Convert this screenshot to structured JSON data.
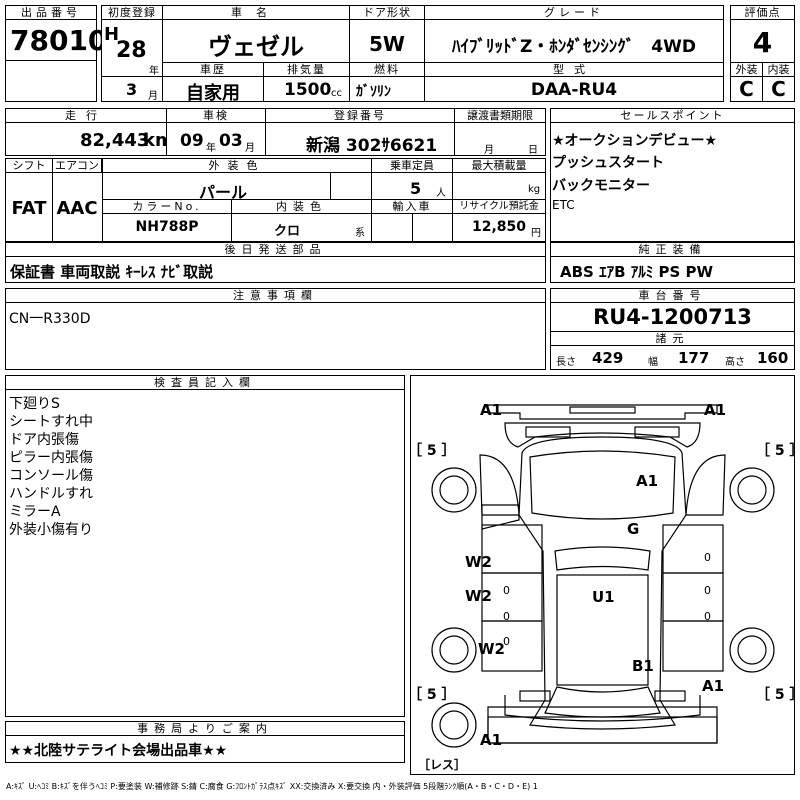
{
  "header": {
    "lot_label": "出品番号",
    "lot": "78010",
    "first_reg_label": "初度登録",
    "era": "H",
    "year": "28",
    "year_unit": "年",
    "month": "3",
    "month_unit": "月",
    "car_name_label": "車名",
    "car_name": "ヴェゼル",
    "doors_label": "ドア形状",
    "doors": "5W",
    "grade_label": "グレード",
    "grade": "ﾊｲﾌﾞﾘｯﾄﾞZ・ﾎﾝﾀﾞｾﾝｼﾝｸﾞ　4WD",
    "score_label": "評価点",
    "score": "4",
    "exterior_label": "外装",
    "exterior": "C",
    "interior_label": "内装",
    "interior": "C",
    "history_label": "車歴",
    "history": "自家用",
    "displacement_label": "排気量",
    "displacement": "1500",
    "displacement_unit": "cc",
    "fuel_label": "燃料",
    "fuel": "ｶﾞｿﾘﾝ",
    "model_label": "型式",
    "model": "DAA-RU4"
  },
  "row2": {
    "mileage_label": "走行",
    "mileage": "82,443",
    "mileage_unit": "km",
    "inspection_label": "車検",
    "inspection_year": "09",
    "inspection_year_unit": "年",
    "inspection_month": "03",
    "inspection_month_unit": "月",
    "plate_label": "登録番号",
    "plate": "新潟 302ｻ6621",
    "transfer_label": "譲渡書類期限",
    "transfer_month_unit": "月",
    "transfer_day_unit": "日",
    "shift_label": "シフト",
    "shift": "FAT",
    "ac_label": "エアコン",
    "ac": "AAC",
    "ext_color_label": "外装色",
    "ext_color": "パール",
    "capacity_label": "乗車定員",
    "capacity": "5",
    "capacity_unit": "人",
    "max_load_label": "最大積載量",
    "max_load_unit": "kg",
    "color_no_label": "カラーNo.",
    "color_no": "NH788P",
    "int_color_label": "内装色",
    "int_color": "クロ",
    "int_color_unit": "系",
    "import_label": "輸入車",
    "recycle_label": "リサイクル預託金",
    "recycle": "12,850",
    "recycle_unit": "円"
  },
  "delivery": {
    "label": "後日発送部品",
    "text": "保証書 車両取説 ｷｰﾚｽ ﾅﾋﾞ取説"
  },
  "sales_points": {
    "label": "セールスポイント",
    "items": [
      "★オークションデビュー★",
      "プッシュスタート",
      "バックモニター",
      "ETC"
    ]
  },
  "genuine": {
    "label": "純正装備",
    "text": "ABS ｴｱB ｱﾙﾐ PS PW"
  },
  "notes": {
    "label": "注意事項欄",
    "text": "CN一R330D"
  },
  "chassis": {
    "label": "車台番号",
    "number": "RU4-1200713",
    "dims_label": "諸元",
    "length_label": "長さ",
    "length": "429",
    "width_label": "幅",
    "width": "177",
    "height_label": "高さ",
    "height": "160"
  },
  "inspector": {
    "label": "検査員記入欄",
    "lines": [
      "下廻りS",
      "シートすれ中",
      "ドア内張傷",
      "ピラー内張傷",
      "コンソール傷",
      "ハンドルすれ",
      "ミラーA",
      "外装小傷有り"
    ]
  },
  "office": {
    "label": "事務局よりご案内",
    "text": "★★北陸サテライト会場出品車★★"
  },
  "diagram": {
    "marks": [
      "A1",
      "A1",
      "A1",
      "G",
      "W2",
      "W2",
      "W2",
      "U1",
      "B1",
      "A1",
      "A1"
    ],
    "tire_1": "［ 5 ］",
    "tire_2": "［ 5 ］",
    "tire_3": "［ 5 ］",
    "tire_4": "［ 5 ］",
    "spare": "［レス］",
    "panel_zeros": [
      "0",
      "0",
      "0",
      "0",
      "0",
      "0"
    ]
  },
  "legend": "A:ｷｽﾞ U:ﾍｺﾐ B:ｷｽﾞを伴うﾍｺﾐ P:要塗装 W:補修跡 S:錆 C:腐食 G:ﾌﾛﾝﾄｶﾞﾗｽ点ｷｽﾞ XX:交換済み X:要交換 内・外装評価 5段階ﾗﾝｸ順(A・B・C・D・E) 1"
}
